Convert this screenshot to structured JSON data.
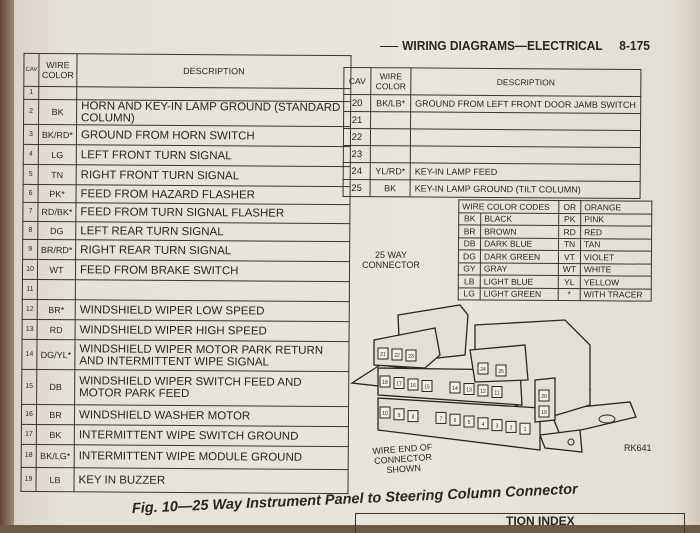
{
  "header": {
    "section": "WIRING DIAGRAMS—ELECTRICAL",
    "page": "8-175"
  },
  "left_table": {
    "headers": {
      "cav": "CAV",
      "wire": "WIRE COLOR",
      "desc": "DESCRIPTION"
    },
    "rows": [
      {
        "cav": "1",
        "wire": "",
        "desc": ""
      },
      {
        "cav": "2",
        "wire": "BK",
        "desc": "HORN AND KEY-IN LAMP GROUND (STANDARD COLUMN)"
      },
      {
        "cav": "3",
        "wire": "BK/RD*",
        "desc": "GROUND FROM HORN SWITCH"
      },
      {
        "cav": "4",
        "wire": "LG",
        "desc": "LEFT FRONT TURN SIGNAL"
      },
      {
        "cav": "5",
        "wire": "TN",
        "desc": "RIGHT FRONT TURN SIGNAL"
      },
      {
        "cav": "6",
        "wire": "PK*",
        "desc": "FEED FROM HAZARD FLASHER"
      },
      {
        "cav": "7",
        "wire": "RD/BK*",
        "desc": "FEED FROM TURN SIGNAL FLASHER"
      },
      {
        "cav": "8",
        "wire": "DG",
        "desc": "LEFT REAR TURN SIGNAL"
      },
      {
        "cav": "9",
        "wire": "BR/RD*",
        "desc": "RIGHT REAR TURN SIGNAL"
      },
      {
        "cav": "10",
        "wire": "WT",
        "desc": "FEED FROM BRAKE SWITCH"
      },
      {
        "cav": "11",
        "wire": "",
        "desc": ""
      },
      {
        "cav": "12",
        "wire": "BR*",
        "desc": "WINDSHIELD WIPER LOW SPEED"
      },
      {
        "cav": "13",
        "wire": "RD",
        "desc": "WINDSHIELD WIPER HIGH SPEED"
      },
      {
        "cav": "14",
        "wire": "DG/YL*",
        "desc": "WINDSHIELD WIPER MOTOR PARK RETURN AND INTERMITTENT WIPE SIGNAL"
      },
      {
        "cav": "15",
        "wire": "DB",
        "desc": "WINDSHIELD WIPER SWITCH FEED AND MOTOR PARK FEED"
      },
      {
        "cav": "16",
        "wire": "BR",
        "desc": "WINDSHIELD WASHER MOTOR"
      },
      {
        "cav": "17",
        "wire": "BK",
        "desc": "INTERMITTENT WIPE SWITCH GROUND"
      },
      {
        "cav": "18",
        "wire": "BK/LG*",
        "desc": "INTERMITTENT WIPE MODULE GROUND"
      },
      {
        "cav": "19",
        "wire": "LB",
        "desc": "KEY IN BUZZER"
      }
    ]
  },
  "right_table": {
    "headers": {
      "cav": "CAV",
      "wire": "WIRE COLOR",
      "desc": "DESCRIPTION"
    },
    "rows": [
      {
        "cav": "20",
        "wire": "BK/LB*",
        "desc": "GROUND FROM LEFT FRONT DOOR JAMB SWITCH"
      },
      {
        "cav": "21",
        "wire": "",
        "desc": ""
      },
      {
        "cav": "22",
        "wire": "",
        "desc": ""
      },
      {
        "cav": "23",
        "wire": "",
        "desc": ""
      },
      {
        "cav": "24",
        "wire": "YL/RD*",
        "desc": "KEY-IN LAMP FEED"
      },
      {
        "cav": "25",
        "wire": "BK",
        "desc": "KEY-IN LAMP GROUND (TILT COLUMN)"
      }
    ]
  },
  "color_codes": {
    "title": "WIRE COLOR CODES",
    "rows": [
      {
        "c1": "BK",
        "n1": "BLACK",
        "c2": "PK",
        "n2": "PINK"
      },
      {
        "c1": "BR",
        "n1": "BROWN",
        "c2": "RD",
        "n2": "RED"
      },
      {
        "c1": "DB",
        "n1": "DARK BLUE",
        "c2": "TN",
        "n2": "TAN"
      },
      {
        "c1": "DG",
        "n1": "DARK GREEN",
        "c2": "VT",
        "n2": "VIOLET"
      },
      {
        "c1": "GY",
        "n1": "GRAY",
        "c2": "WT",
        "n2": "WHITE"
      },
      {
        "c1": "LB",
        "n1": "LIGHT BLUE",
        "c2": "YL",
        "n2": "YELLOW"
      },
      {
        "c1": "LG",
        "n1": "LIGHT GREEN",
        "c2": "*",
        "n2": "WITH TRACER"
      }
    ],
    "top": {
      "c2": "OR",
      "n2": "ORANGE"
    }
  },
  "diagram": {
    "connector_label": "25 WAY CONNECTOR",
    "wire_end_label": "WIRE END OF CONNECTOR SHOWN",
    "ref": "RK641",
    "pins_top": [
      "21",
      "22",
      "23"
    ],
    "pins_mid": [
      "18",
      "17",
      "16",
      "15",
      "14",
      "13",
      "12",
      "11"
    ],
    "pins_bot": [
      "10",
      "9",
      "8",
      "7",
      "6",
      "5",
      "4",
      "3",
      "2",
      "1"
    ],
    "pins_small": [
      "24",
      "25"
    ],
    "pins_side": [
      "20",
      "19"
    ]
  },
  "caption": "Fig. 10—25 Way Instrument Panel to Steering Column Connector",
  "next_section": "TION INDEX"
}
